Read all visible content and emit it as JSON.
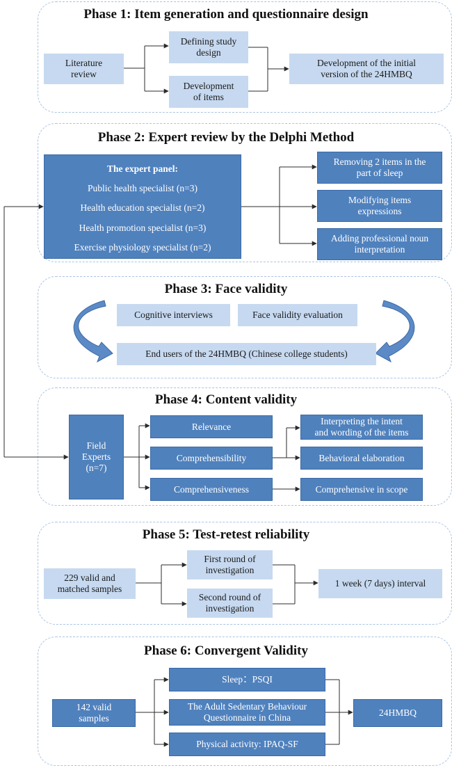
{
  "phases": {
    "p1": {
      "title": "Phase 1: Item generation and questionnaire design",
      "lit_review": "Literature\nreview",
      "defining": "Defining study\ndesign",
      "dev_items": "Development\nof items",
      "dev_initial": "Development of the initial\nversion of the 24HMBQ"
    },
    "p2": {
      "title": "Phase 2: Expert review by the Delphi Method",
      "panel_heading": "The expert panel:",
      "panel_items": [
        "Public health specialist (n=3)",
        "Health education specialist (n=2)",
        "Health promotion specialist (n=3)",
        "Exercise physiology specialist (n=2)"
      ],
      "outcomes": [
        "Removing 2 items in the\npart of sleep",
        "Modifying items\nexpressions",
        "Adding professional noun\ninterpretation"
      ]
    },
    "p3": {
      "title": "Phase 3:  Face validity",
      "cognitive": "Cognitive interviews",
      "face_eval": "Face validity evaluation",
      "end_users": "End users of the 24HMBQ (Chinese college students)"
    },
    "p4": {
      "title": "Phase 4: Content validity",
      "field_experts": "Field\nExperts\n(n=7)",
      "relevance": "Relevance",
      "comprehensibility": "Comprehensibility",
      "comprehensiveness": "Comprehensiveness",
      "interpreting": "Interpreting the intent\nand wording of the items",
      "behavioral": "Behavioral elaboration",
      "comprehensive_scope": "Comprehensive in scope"
    },
    "p5": {
      "title": "Phase 5:  Test-retest reliability",
      "samples": "229 valid and\nmatched samples",
      "first_round": "First round of\ninvestigation",
      "second_round": "Second round of\ninvestigation",
      "interval": "1 week (7 days) interval"
    },
    "p6": {
      "title": "Phase 6:  Convergent Validity",
      "samples": "142 valid\nsamples",
      "sleep": "Sleep：PSQI",
      "sedentary": "The Adult Sedentary Behaviour\nQuestionnaire in China",
      "physical": "Physical activity: IPAQ-SF",
      "result": "24HMBQ"
    }
  },
  "colors": {
    "light_box": "#c6d9f0",
    "dark_box": "#4f81bd",
    "dashed_border": "#a9c3e3",
    "arrow": "#2b2b2b",
    "curved_arrow": "#5b8ac6"
  }
}
